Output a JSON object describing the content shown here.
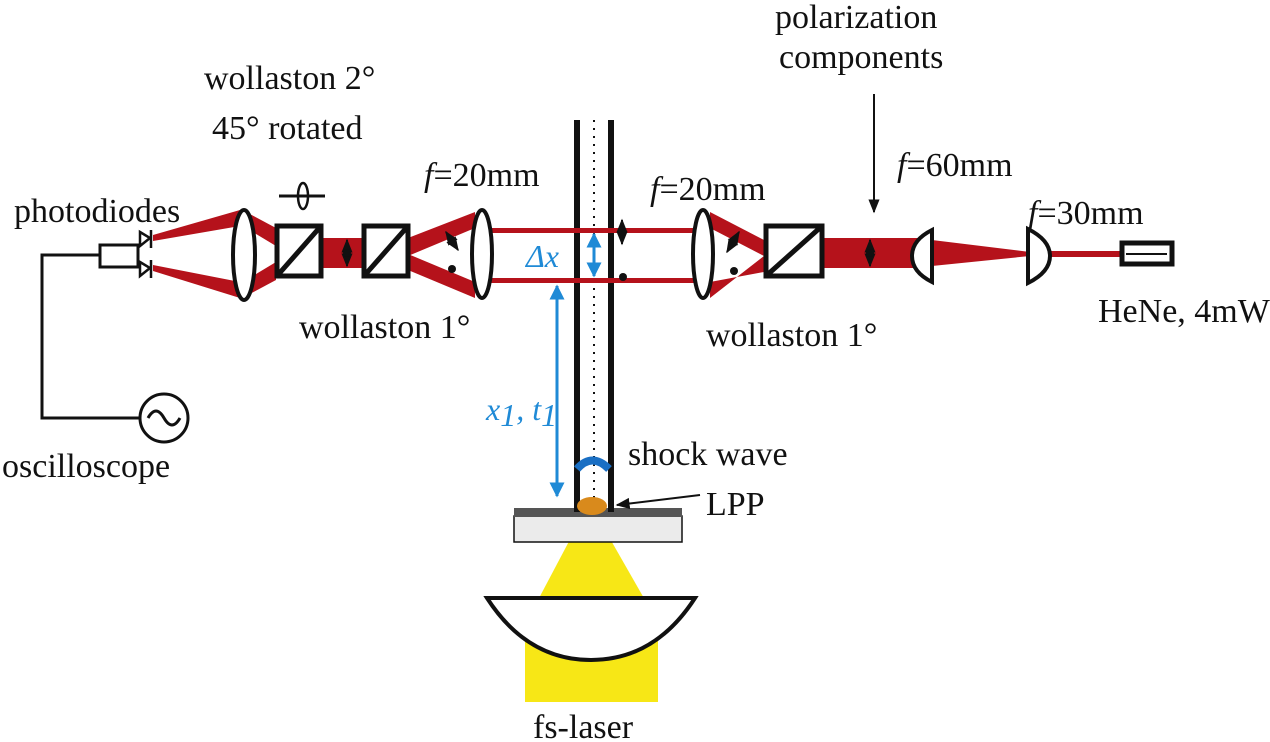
{
  "labels": {
    "photodiodes": "photodiodes",
    "wollaston_2_line1": "wollaston 2°",
    "wollaston_2_line2": "45° rotated",
    "wollaston_1_left": "wollaston 1°",
    "wollaston_1_right": "wollaston 1°",
    "polarization_line1": "polarization",
    "polarization_line2": "components",
    "f_symbol": "f",
    "f20_left_value": "=20mm",
    "f20_right_value": "=20mm",
    "f60_value": "=60mm",
    "f30_value": "=30mm",
    "hene": "HeNe, 4mW",
    "oscilloscope": "oscilloscope",
    "shock_wave": "shock wave",
    "lpp": "LPP",
    "fs_laser": "fs-laser",
    "delta_x": "Δx",
    "x1": "x",
    "t1": "t",
    "subscript_1": "1",
    "comma": ","
  },
  "colors": {
    "beam_red": "#b5121b",
    "measure_blue": "#1f8ad6",
    "laser_yellow": "#f7e716",
    "shock_blue": "#1a6fc4",
    "plasma_orange": "#d98a1c",
    "substrate_gray": "#ebebeb",
    "line_black": "#111111"
  }
}
